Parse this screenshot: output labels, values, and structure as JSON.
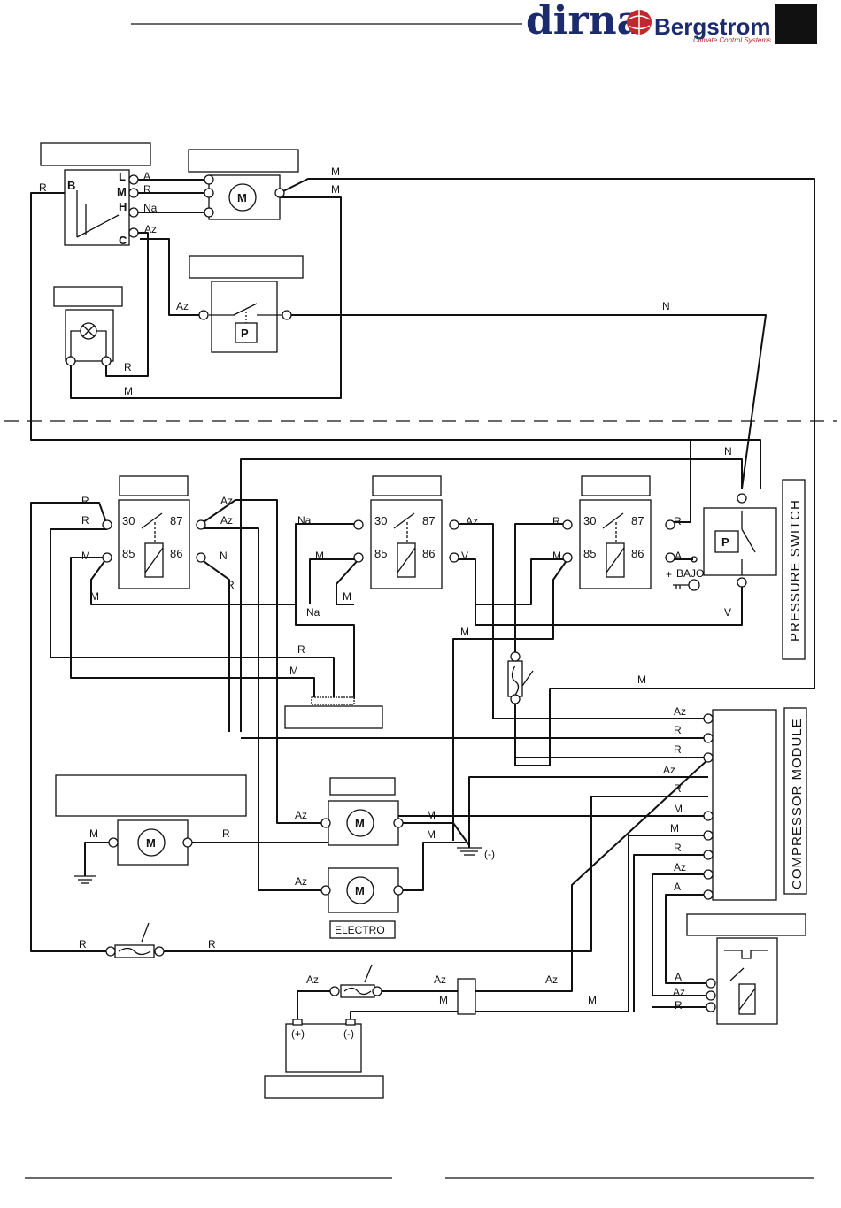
{
  "header": {
    "brand_left": "dirna",
    "brand_right": "Bergstrom",
    "brand_tagline": "Climate Control Systems"
  },
  "switch_pins": [
    "B",
    "L",
    "M",
    "H",
    "C"
  ],
  "motor_symbol": "M",
  "pressure_symbol": "P",
  "relay_pins": [
    "30",
    "87",
    "85",
    "86"
  ],
  "side_labels": {
    "pressure_switch": "PRESSURE SWITCH",
    "compressor_module": "COMPRESSOR MODULE"
  },
  "electro_label": "ELECTRO",
  "battery": {
    "pos": "(+)",
    "neg": "(-)"
  },
  "ground_label": "(-)",
  "ignition_label": "BAJO",
  "ignition_sign": "+",
  "wire_colors": {
    "A": "A",
    "R": "R",
    "Na": "Na",
    "Az": "Az",
    "M": "M",
    "N": "N",
    "V": "V"
  },
  "icons": [
    "lamp-icon",
    "motor-icon",
    "pressure-switch-icon",
    "relay-coil-icon",
    "fuse-icon",
    "ground-icon",
    "key-icon",
    "battery-icon",
    "connector-icon"
  ]
}
